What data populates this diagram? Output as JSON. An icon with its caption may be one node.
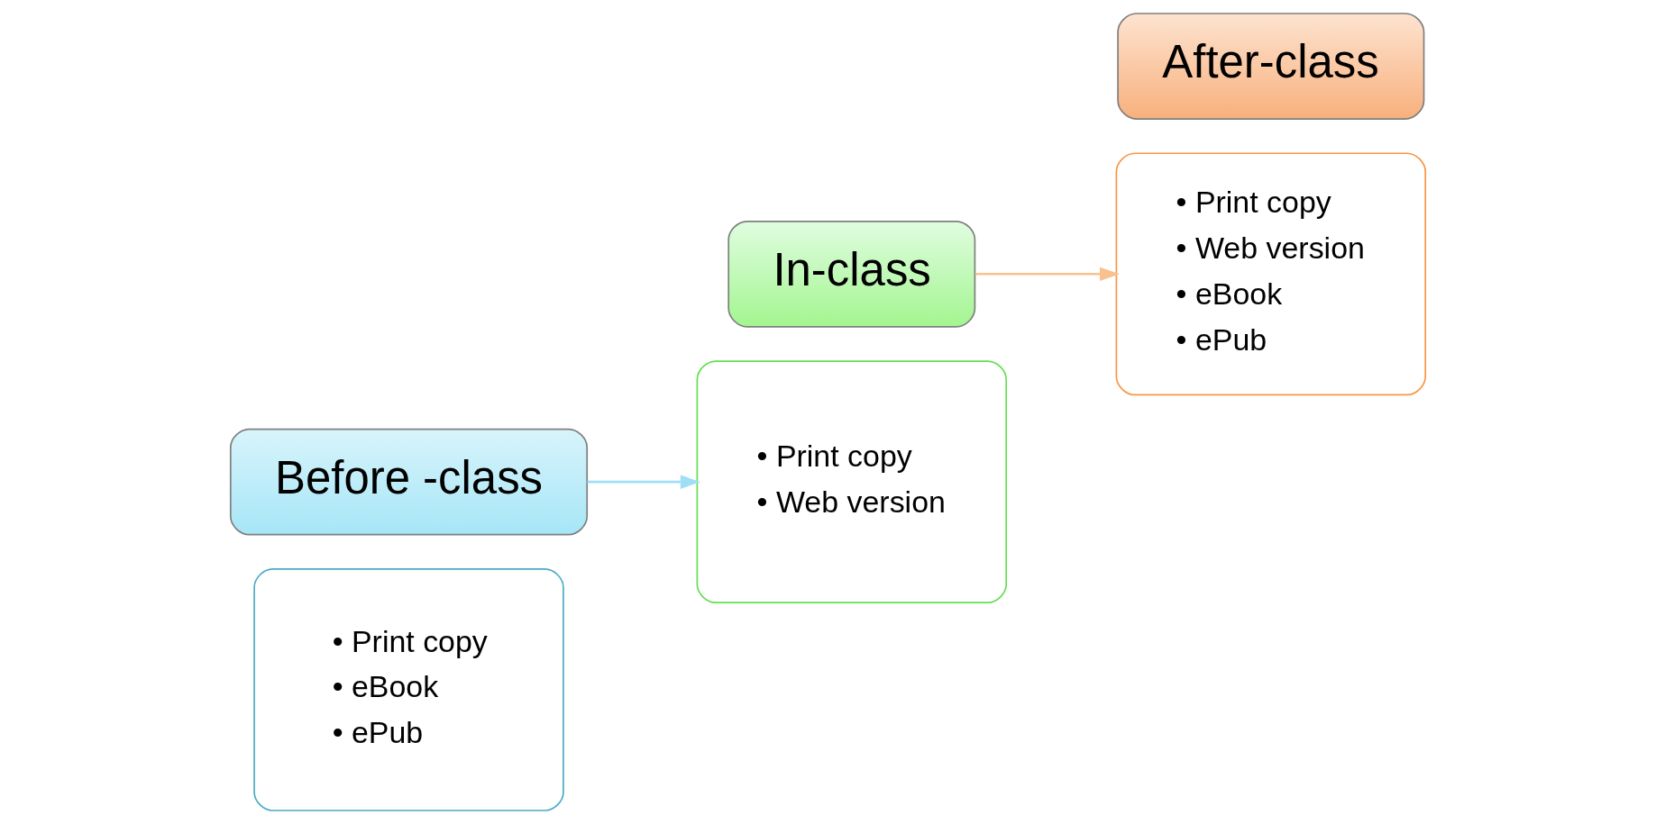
{
  "diagram": {
    "nodes": [
      {
        "text": [
          "• Print copy",
          "• eBook",
          "• ePub"
        ]
      },
      {
        "text": [
          "Before -class"
        ]
      },
      {
        "text": [
          "In-class"
        ]
      },
      {
        "text": [
          "• Print copy",
          "• Web version"
        ]
      },
      {
        "text": [
          "• Print copy",
          "• Web version",
          "• eBook",
          "• ePub"
        ]
      },
      {
        "text": [
          "After-class"
        ]
      }
    ],
    "edges": [
      {
        "from": 1,
        "to": 3,
        "arrow": "to",
        "color": "#9fdff5"
      },
      {
        "from": 2,
        "to": 4,
        "arrow": "to",
        "color": "#f9c090"
      }
    ]
  }
}
